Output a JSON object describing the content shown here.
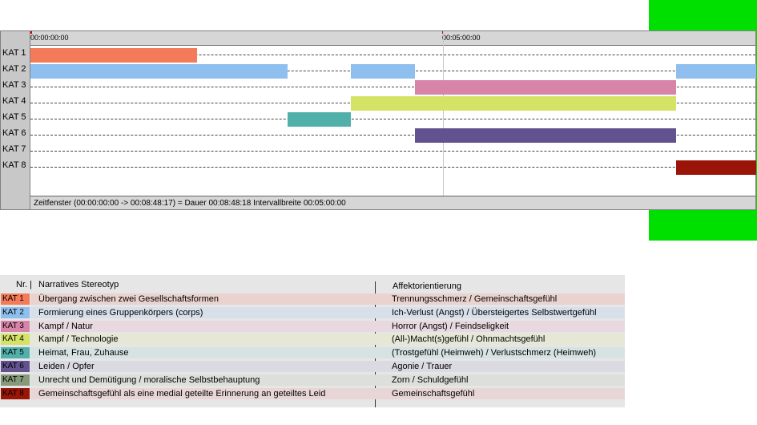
{
  "timeline": {
    "ruler": {
      "start_label": "00:00:00:00",
      "mid_label": "00:05:00:00"
    },
    "rows": [
      "KAT 1",
      "KAT 2",
      "KAT 3",
      "KAT 4",
      "KAT 5",
      "KAT 6",
      "KAT 7",
      "KAT 8"
    ],
    "status": "Zeitfenster (00:00:00:00 -> 00:08:48:17) = Dauer 00:08:48:18     Intervallbreite 00:05:00:00"
  },
  "legend": {
    "header_nr": "Nr. |",
    "header_stereotyp": "Narratives Stereotyp",
    "header_affekt": "Affektorientierung",
    "rows": [
      {
        "tag": "KAT 1",
        "stereotyp": "Übergang zwischen zwei Gesellschaftsformen",
        "affekt": "Trennungsschmerz / Gemeinschaftsgefühl",
        "color": "#f47b5a",
        "band": "#ead3cf"
      },
      {
        "tag": "KAT 2",
        "stereotyp": "Formierung eines Gruppenkörpers (corps)",
        "affekt": "Ich-Verlust (Angst) / Übersteigertes Selbstwertgefühl",
        "color": "#8fbfef",
        "band": "#d7e0ea"
      },
      {
        "tag": "KAT 3",
        "stereotyp": "Kampf / Natur",
        "affekt": "Horror (Angst) / Feindseligkeit",
        "color": "#d784a8",
        "band": "#e8d8df"
      },
      {
        "tag": "KAT 4",
        "stereotyp": "Kampf / Technologie",
        "affekt": "(All-)Macht(s)gefühl / Ohnmachtsgefühl",
        "color": "#d4e266",
        "band": "#e6e8d5"
      },
      {
        "tag": "KAT 5",
        "stereotyp": "Heimat, Frau, Zuhause",
        "affekt": "(Trostgefühl (Heimweh) / Verlustschmerz (Heimweh)",
        "color": "#52b0aa",
        "band": "#d6e3e2"
      },
      {
        "tag": "KAT 6",
        "stereotyp": "Leiden / Opfer",
        "affekt": "Agonie / Trauer",
        "color": "#62528f",
        "band": "#dbd9e2"
      },
      {
        "tag": "KAT 7",
        "stereotyp": "Unrecht und Demütigung / moralische Selbstbehauptung",
        "affekt": "Zorn / Schuldgefühl",
        "color": "#86997a",
        "band": "#dde0da"
      },
      {
        "tag": "KAT 8",
        "stereotyp": "Gemeinschaftsgefühl als eine medial geteilte Erinnerung an geteiltes Leid",
        "affekt": "Gemeinschaftsgefühl",
        "color": "#9a1408",
        "band": "#e8d6d6"
      }
    ]
  },
  "segments": [
    {
      "row": 0,
      "start": "00:00:00",
      "end": "00:02:01",
      "color": "#f47b5a"
    },
    {
      "row": 1,
      "start": "00:00:00",
      "end": "00:03:07",
      "color": "#8fbfef"
    },
    {
      "row": 1,
      "start": "00:03:53",
      "end": "00:04:40",
      "color": "#8fbfef"
    },
    {
      "row": 1,
      "start": "00:07:50",
      "end": "00:08:48",
      "color": "#8fbfef"
    },
    {
      "row": 2,
      "start": "00:04:40",
      "end": "00:07:50",
      "color": "#d784a8"
    },
    {
      "row": 3,
      "start": "00:03:53",
      "end": "00:07:50",
      "color": "#d4e266"
    },
    {
      "row": 4,
      "start": "00:03:07",
      "end": "00:03:53",
      "color": "#52b0aa"
    },
    {
      "row": 5,
      "start": "00:04:40",
      "end": "00:07:50",
      "color": "#62528f"
    },
    {
      "row": 7,
      "start": "00:07:50",
      "end": "00:08:48",
      "color": "#9a1408"
    }
  ]
}
